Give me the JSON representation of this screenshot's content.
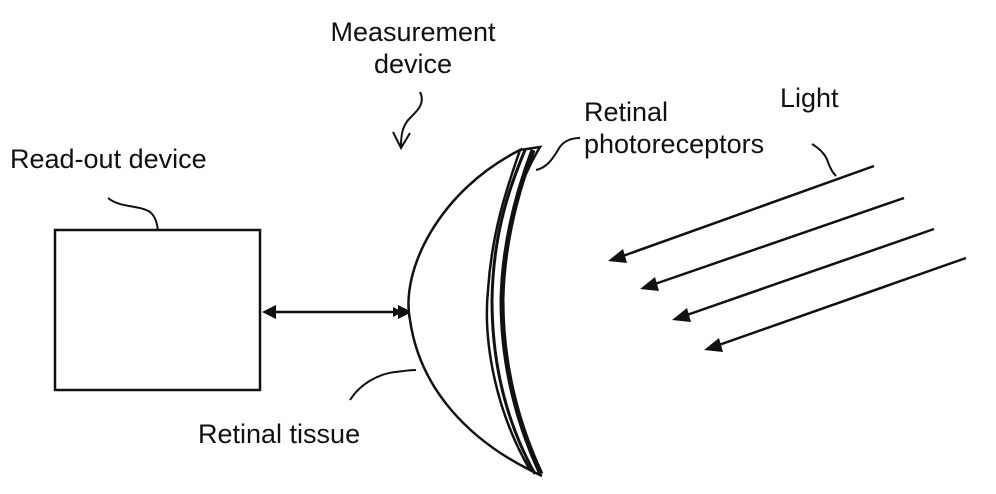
{
  "labels": {
    "measurement_device_line1": "Measurement",
    "measurement_device_line2": "device",
    "retinal_photoreceptors_line1": "Retinal",
    "retinal_photoreceptors_line2": "photoreceptors",
    "light": "Light",
    "read_out_device": "Read-out device",
    "retinal_tissue": "Retinal tissue"
  },
  "colors": {
    "stroke": "#111111",
    "background": "#ffffff"
  }
}
